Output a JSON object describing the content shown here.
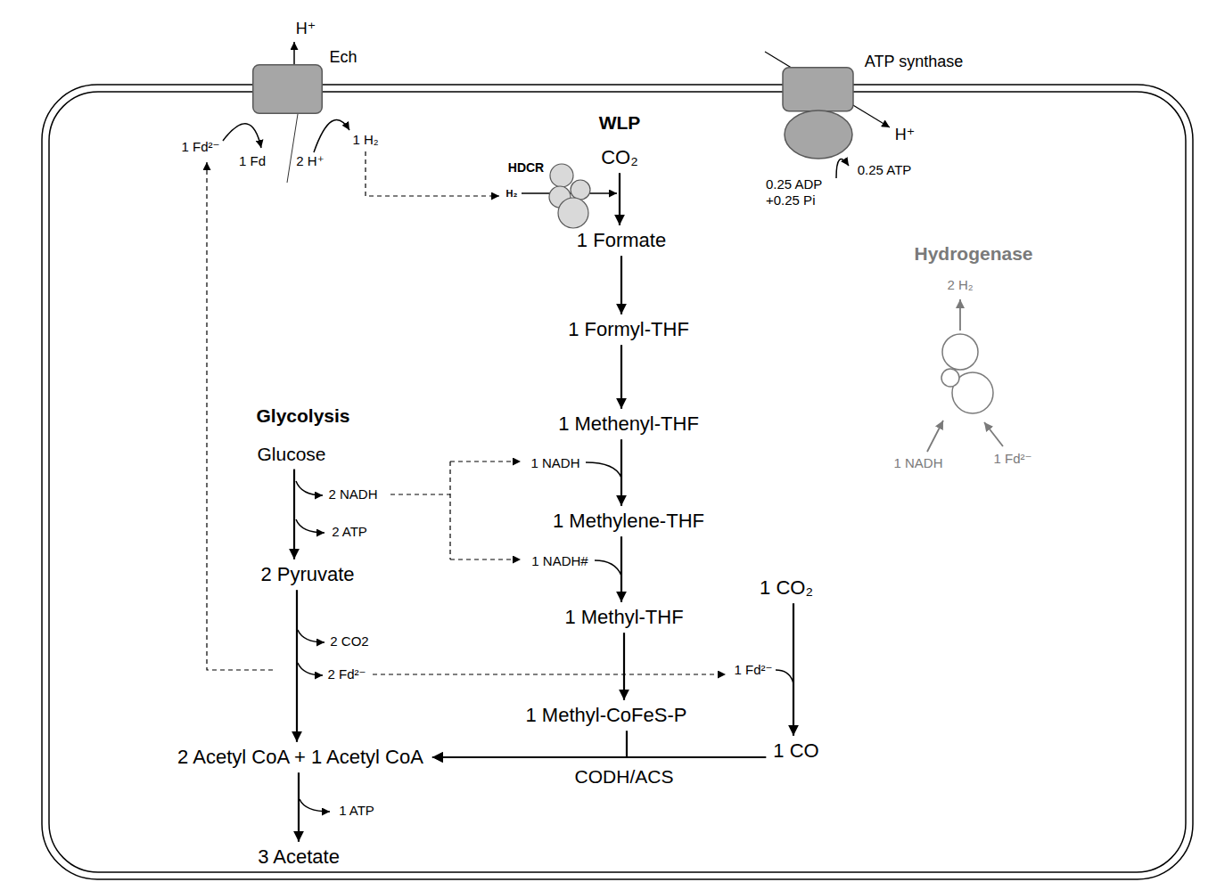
{
  "diagram": {
    "nodes": [
      {
        "text": [
          "Ech"
        ]
      },
      {
        "text": [
          "ATP synthase"
        ]
      },
      {
        "text": [
          "HDCR"
        ]
      },
      {
        "text": [
          "CO₂"
        ]
      },
      {
        "text": [
          "1 Formate"
        ]
      },
      {
        "text": [
          "Hydrogenase"
        ]
      },
      {
        "text": [
          "1 Formyl-THF"
        ]
      },
      {
        "text": [
          "Glucose"
        ]
      },
      {
        "text": [
          "1 Methenyl-THF"
        ]
      },
      {
        "text": [
          "1 Methylene-THF"
        ]
      },
      {
        "text": [
          "2 Pyruvate"
        ]
      },
      {
        "text": [
          "1 CO₂"
        ]
      },
      {
        "text": [
          "1 Methyl-THF"
        ]
      },
      {
        "text": [
          "1 Methyl-CoFeS-P"
        ]
      },
      {
        "text": [
          "2 Acetyl CoA + 1 Acetyl CoA"
        ]
      },
      {
        "text": [
          "1 CO"
        ]
      },
      {
        "text": [
          "3 Acetate"
        ]
      }
    ],
    "edges": [
      {
        "from": 3,
        "to": 4,
        "arrow": "to"
      },
      {
        "from": 4,
        "to": 6,
        "arrow": "to"
      },
      {
        "from": 6,
        "to": 8,
        "arrow": "to"
      },
      {
        "from": 8,
        "to": 9,
        "arrow": "to"
      },
      {
        "from": 9,
        "to": 12,
        "arrow": "to"
      },
      {
        "from": 12,
        "to": 13,
        "arrow": "to"
      },
      {
        "from": 11,
        "to": 15,
        "arrow": "to"
      },
      {
        "from": 15,
        "to": 14,
        "label": "CODH/ACS",
        "arrow": "to"
      },
      {
        "from": 13,
        "to": 14,
        "arrow": "to"
      },
      {
        "from": 7,
        "to": 10,
        "arrow": "to"
      },
      {
        "from": 10,
        "to": 14,
        "arrow": "to"
      },
      {
        "from": 14,
        "to": 16,
        "arrow": "to"
      }
    ],
    "labels": [
      "H⁺",
      "1 Fd²⁻",
      "1 Fd",
      "2 H⁺",
      "1 H₂",
      "WLP",
      "0.25 ATP",
      "H⁺",
      "0.25 ADP +0.25 Pi",
      "H₂",
      "2 H₂",
      "Glycolysis",
      "1 NADH",
      "1 NADH",
      "1 Fd²⁻",
      "2 NADH",
      "2 ATP",
      "1 NADH#",
      "2 CO2",
      "2 Fd²⁻",
      "1 Fd²⁻",
      "1 ATP"
    ]
  }
}
